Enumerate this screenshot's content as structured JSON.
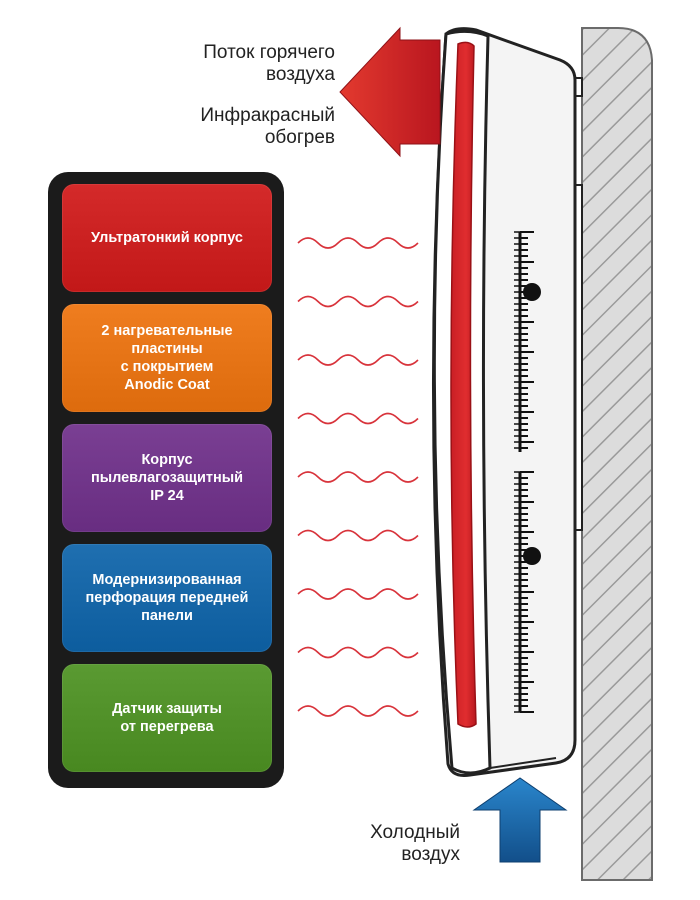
{
  "labels": {
    "hot_air": "Поток горячего\nвоздуха",
    "infrared": "Инфракрасный\nобогрев",
    "cold_air": "Холодный\nвоздух"
  },
  "features": [
    {
      "text": "Ультратонкий корпус",
      "color": "#d42a2a"
    },
    {
      "text": "2 нагревательные\nпластины\nс покрытием\nAnodic Coat",
      "color": "#ef7d1f"
    },
    {
      "text": "Корпус\nпылевлагозащитный\nIP 24",
      "color": "#7a3f93"
    },
    {
      "text": "Модернизированная\nперфорация передней\nпанели",
      "color": "#1f6fb0"
    },
    {
      "text": "Датчик защиты\nот перегрева",
      "color": "#5a9a32"
    }
  ],
  "colors": {
    "hot_arrow": "#c8202a",
    "cold_arrow": "#1c6fb5",
    "wave": "#d8333b",
    "heater_red": "#d7262b",
    "wall": "#d9d9d9"
  }
}
